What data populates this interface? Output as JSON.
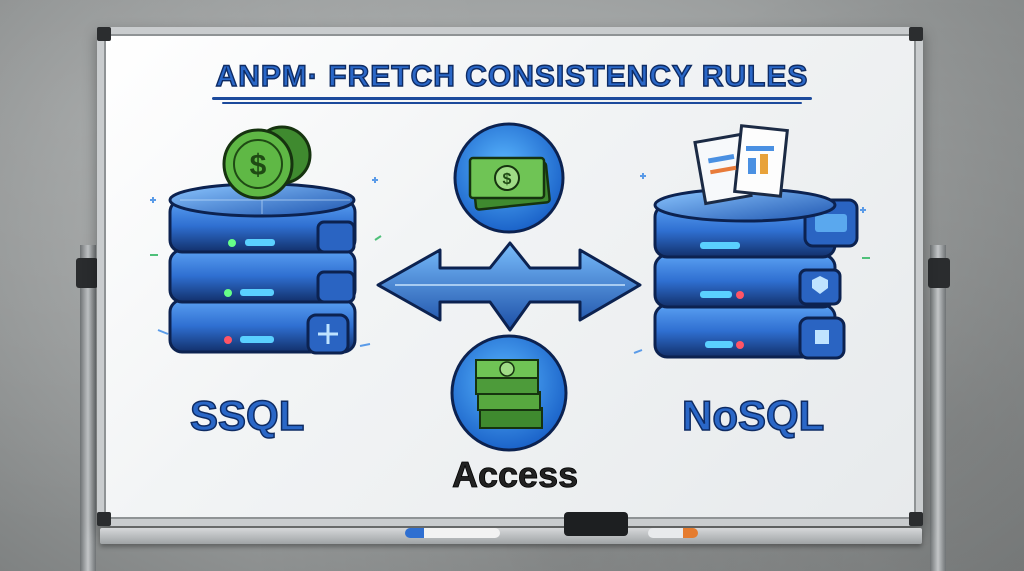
{
  "board": {
    "title": "ANPM· FRETCH CONSISTENCY RULES",
    "left_label": "SQL",
    "left_label_prefix": "S",
    "right_label": "NoSQL",
    "center_label": "Access"
  },
  "icons": {
    "left_stack_top": "coins-icon",
    "right_stack_top": "documents-icon",
    "center_top": "cash-icon",
    "center_bottom": "cash-stack-icon",
    "center_arrow": "bidirectional-arrow-icon"
  },
  "colors": {
    "database_blue": "#2f6fd1",
    "database_dark": "#12306b",
    "money_green": "#4d9b3a",
    "title_blue": "#2a67c7"
  }
}
